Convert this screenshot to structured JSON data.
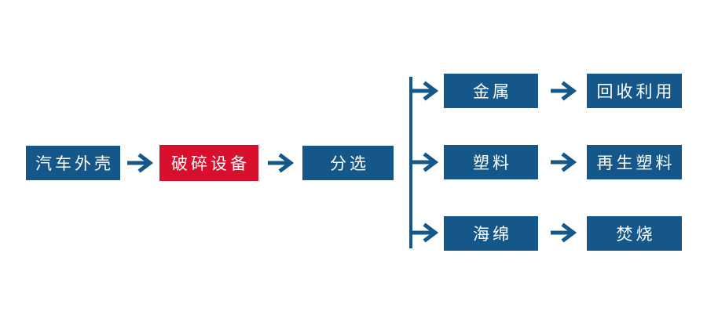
{
  "diagram": {
    "type": "flowchart",
    "nodes": {
      "source": {
        "label": "汽车外壳",
        "color": "blue"
      },
      "crush": {
        "label": "破碎设备",
        "color": "red"
      },
      "sort": {
        "label": "分选",
        "color": "blue"
      },
      "metal": {
        "label": "金属",
        "color": "blue"
      },
      "metal_out": {
        "label": "回收利用",
        "color": "blue"
      },
      "plastic": {
        "label": "塑料",
        "color": "blue"
      },
      "plastic_out": {
        "label": "再生塑料",
        "color": "blue"
      },
      "sponge": {
        "label": "海绵",
        "color": "blue"
      },
      "sponge_out": {
        "label": "焚烧",
        "color": "blue"
      }
    },
    "edges": [
      {
        "from": "汽车外壳",
        "to": "破碎设备"
      },
      {
        "from": "破碎设备",
        "to": "分选"
      },
      {
        "from": "分选",
        "to": "金属"
      },
      {
        "from": "分选",
        "to": "塑料"
      },
      {
        "from": "分选",
        "to": "海绵"
      },
      {
        "from": "金属",
        "to": "回收利用"
      },
      {
        "from": "塑料",
        "to": "再生塑料"
      },
      {
        "from": "海绵",
        "to": "焚烧"
      }
    ]
  },
  "colors": {
    "node_blue": "#16578A",
    "node_red": "#D8102E",
    "arrow_blue": "#16578A",
    "text_white": "#FFFFFF",
    "background": "#FFFFFF"
  }
}
